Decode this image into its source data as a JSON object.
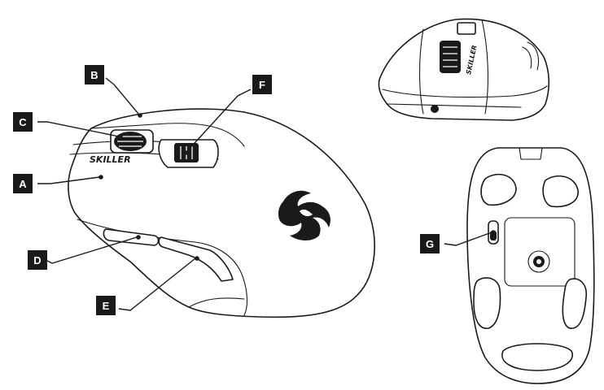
{
  "brand": {
    "model_text": "SKILLER"
  },
  "callouts": [
    {
      "id": "A",
      "label": "A"
    },
    {
      "id": "B",
      "label": "B"
    },
    {
      "id": "C",
      "label": "C"
    },
    {
      "id": "D",
      "label": "D"
    },
    {
      "id": "E",
      "label": "E"
    },
    {
      "id": "F",
      "label": "F"
    },
    {
      "id": "G",
      "label": "G"
    }
  ],
  "colors": {
    "ink": "#1a1a1a",
    "paper": "#ffffff"
  }
}
